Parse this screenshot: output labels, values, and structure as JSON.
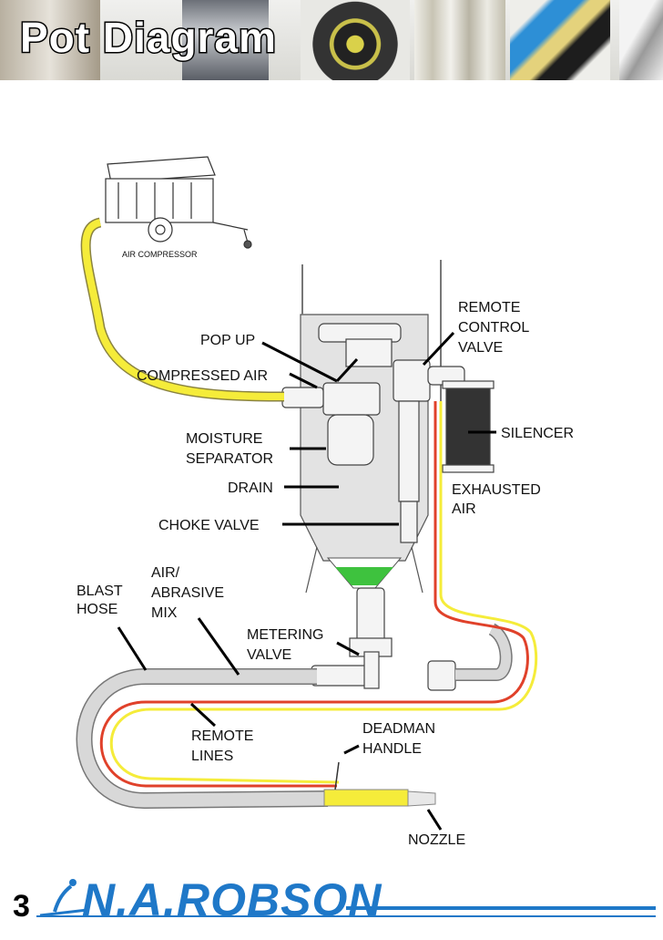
{
  "page": {
    "title": "Pot Diagram",
    "page_number": "3",
    "brand": "N.A.ROBSON"
  },
  "diagram": {
    "labels": {
      "air_compressor": "AIR COMPRESSOR",
      "pop_up": "POP UP",
      "compressed_air": "COMPRESSED AIR",
      "moisture_separator_1": "MOISTURE",
      "moisture_separator_2": "SEPARATOR",
      "drain": "DRAIN",
      "choke_valve": "CHOKE VALVE",
      "remote_control_1": "REMOTE",
      "remote_control_2": "CONTROL",
      "remote_control_3": "VALVE",
      "silencer": "SILENCER",
      "exhausted_1": "EXHAUSTED",
      "exhausted_2": "AIR",
      "blast_hose_1": "BLAST",
      "blast_hose_2": "HOSE",
      "mix_1": "AIR/",
      "mix_2": "ABRASIVE",
      "mix_3": "MIX",
      "metering_1": "METERING",
      "metering_2": "VALVE",
      "remote_lines_1": "REMOTE",
      "remote_lines_2": "LINES",
      "deadman_1": "DEADMAN",
      "deadman_2": "HANDLE",
      "nozzle": "NOZZLE"
    },
    "colors": {
      "air_hose": "#f5ec3a",
      "remote_line_red": "#e0412a",
      "blast_hose": "#d8d8d8",
      "abrasive": "#3ec23e",
      "brand_blue": "#1f78c8"
    }
  }
}
